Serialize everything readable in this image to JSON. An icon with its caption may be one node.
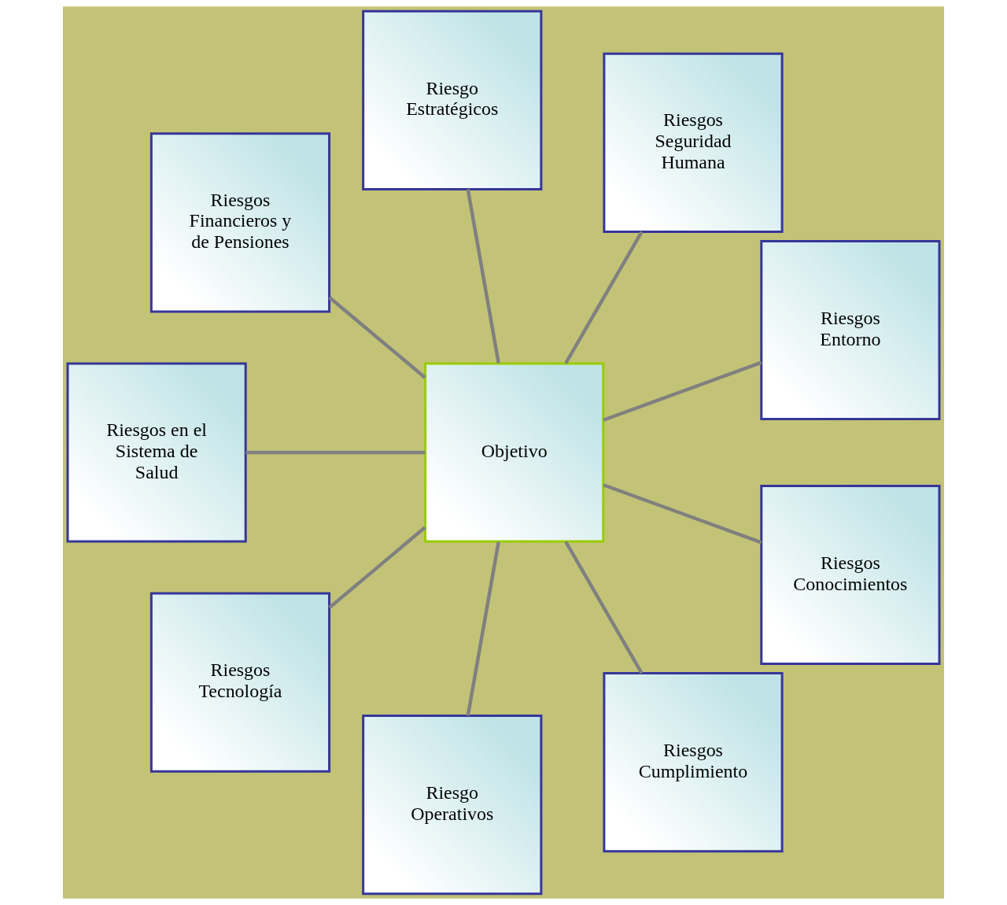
{
  "diagram": {
    "nodes": [
      {
        "text": [
          "Riesgos Entorno"
        ]
      },
      {
        "text": [
          "Riesgos Seguridad Humana"
        ]
      },
      {
        "text": [
          "Riesgo Estratégicos"
        ]
      },
      {
        "text": [
          "Riesgos Financieros y de Pensiones"
        ]
      },
      {
        "text": [
          "Riesgos en el Sistema de Salud"
        ]
      },
      {
        "text": [
          "Objetivo"
        ]
      },
      {
        "text": [
          "Riesgos Tecnología"
        ]
      },
      {
        "text": [
          "Riesgo Operativos"
        ]
      },
      {
        "text": [
          "Riesgos Cumplimiento"
        ]
      },
      {
        "text": [
          "Riesgos Conocimientos"
        ]
      }
    ],
    "edges": [
      {
        "from": 5,
        "to": 0,
        "arrow": "none"
      },
      {
        "from": 5,
        "to": 2,
        "arrow": "none"
      },
      {
        "from": 5,
        "to": 4,
        "arrow": "none"
      },
      {
        "from": 5,
        "to": 7,
        "arrow": "none"
      },
      {
        "from": 5,
        "to": 9,
        "arrow": "none"
      },
      {
        "from": 5,
        "to": 8,
        "arrow": "none"
      },
      {
        "from": 5,
        "to": 6,
        "arrow": "none"
      },
      {
        "from": 5,
        "to": 3,
        "arrow": "none"
      },
      {
        "from": 5,
        "to": 1,
        "arrow": "none"
      }
    ]
  }
}
